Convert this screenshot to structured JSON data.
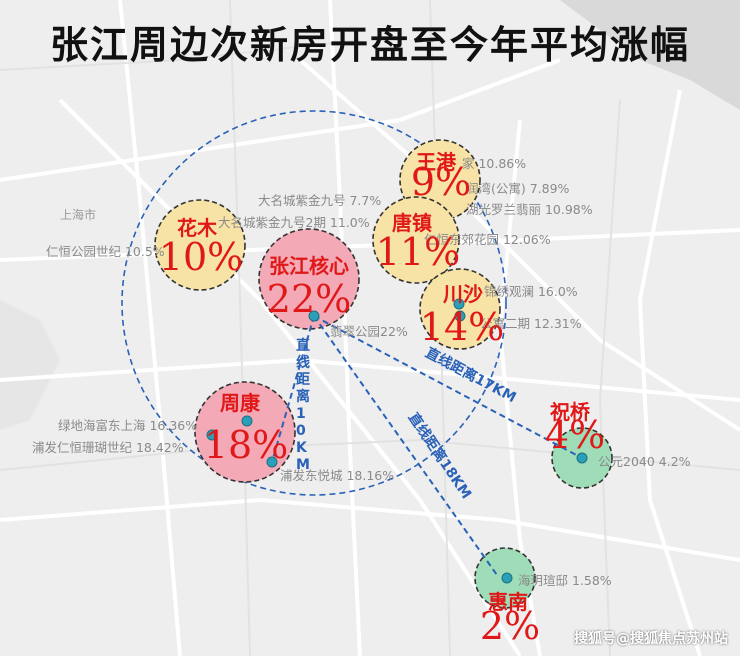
{
  "title": "张江周边次新房开盘至今年平均涨幅",
  "city_label": "上海市",
  "watermark": "搜狐号@搜狐焦点苏州站",
  "areas": [
    {
      "name": "张江核心",
      "pct": "22%",
      "color": "#f3a9b6"
    },
    {
      "name": "花木",
      "pct": "10%",
      "color": "#f8e3a6"
    },
    {
      "name": "王港",
      "pct": "9%",
      "color": "#f8e3a6"
    },
    {
      "name": "唐镇",
      "pct": "11%",
      "color": "#f8e3a6"
    },
    {
      "name": "川沙",
      "pct": "14%",
      "color": "#f8e3a6"
    },
    {
      "name": "周康",
      "pct": "18%",
      "color": "#f3a9b6"
    },
    {
      "name": "祝桥",
      "pct": "4%",
      "color": "#9fdcb8"
    },
    {
      "name": "惠南",
      "pct": "2%",
      "color": "#9fdcb8"
    }
  ],
  "projects": [
    {
      "label": "家 10.86%"
    },
    {
      "label": "润湾(公寓) 7.89%"
    },
    {
      "label": "大名城紫金九号 7.7%"
    },
    {
      "label": "大名城紫金九号2期 11.0%"
    },
    {
      "label": "湖光罗兰翡丽 10.98%"
    },
    {
      "label": "仁恒东郊花园 12.06%"
    },
    {
      "label": "仁恒公园世纪 10.5%"
    },
    {
      "label": "锦绣观澜 16.0%"
    },
    {
      "label": "公寓二期 12.31%"
    },
    {
      "label": "翡翠公园22%"
    },
    {
      "label": "绿地海富东上海 16.36%"
    },
    {
      "label": "浦发仁恒珊瑚世纪 18.42%"
    },
    {
      "label": "浦发东悦城 18.16%"
    },
    {
      "label": "公元2040 4.2%"
    },
    {
      "label": "海玥瑄邸 1.58%"
    }
  ],
  "distances": [
    {
      "label": "直线距离10KM"
    },
    {
      "label": "直线距离17KM"
    },
    {
      "label": "直线距离18KM"
    }
  ],
  "colors": {
    "accent_red": "#e01818",
    "line_blue": "#2a62b8"
  }
}
